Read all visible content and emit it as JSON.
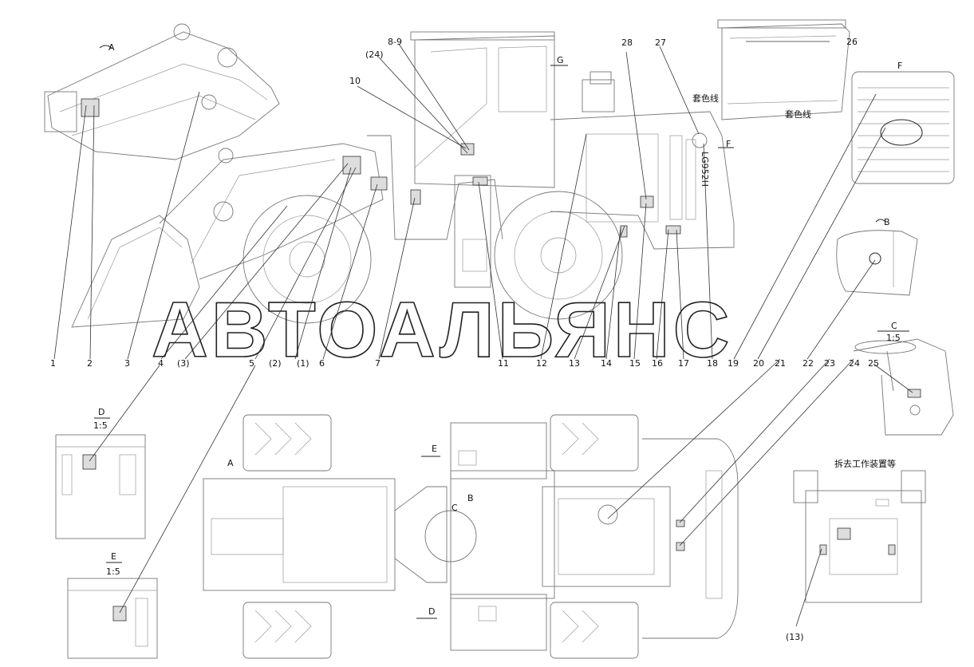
{
  "callouts_bottom": [
    "1",
    "2",
    "3",
    "4",
    "(3)",
    "5",
    "(2)",
    "(1)",
    "6",
    "7",
    "11",
    "12",
    "13",
    "14",
    "15",
    "16",
    "17",
    "18",
    "19",
    "20",
    "21",
    "22",
    "23",
    "24",
    "25"
  ],
  "callouts_top": [
    "8-9",
    "(24)",
    "10",
    "28",
    "27",
    "26"
  ],
  "callout_13_bottom": "(13)",
  "views": {
    "a": "A",
    "b": "B",
    "c": "C",
    "c_scale": "1:5",
    "d": "D",
    "d_scale": "1:5",
    "e": "E",
    "e_scale": "1:5",
    "f": "F",
    "g": "G"
  },
  "notes": {
    "color_line_1": "套色线",
    "color_line_2": "套色线",
    "remove_attachments": "拆去工作装置等",
    "model_mark": "LG952H"
  },
  "watermark": "АВТОАЛЬЯНС"
}
